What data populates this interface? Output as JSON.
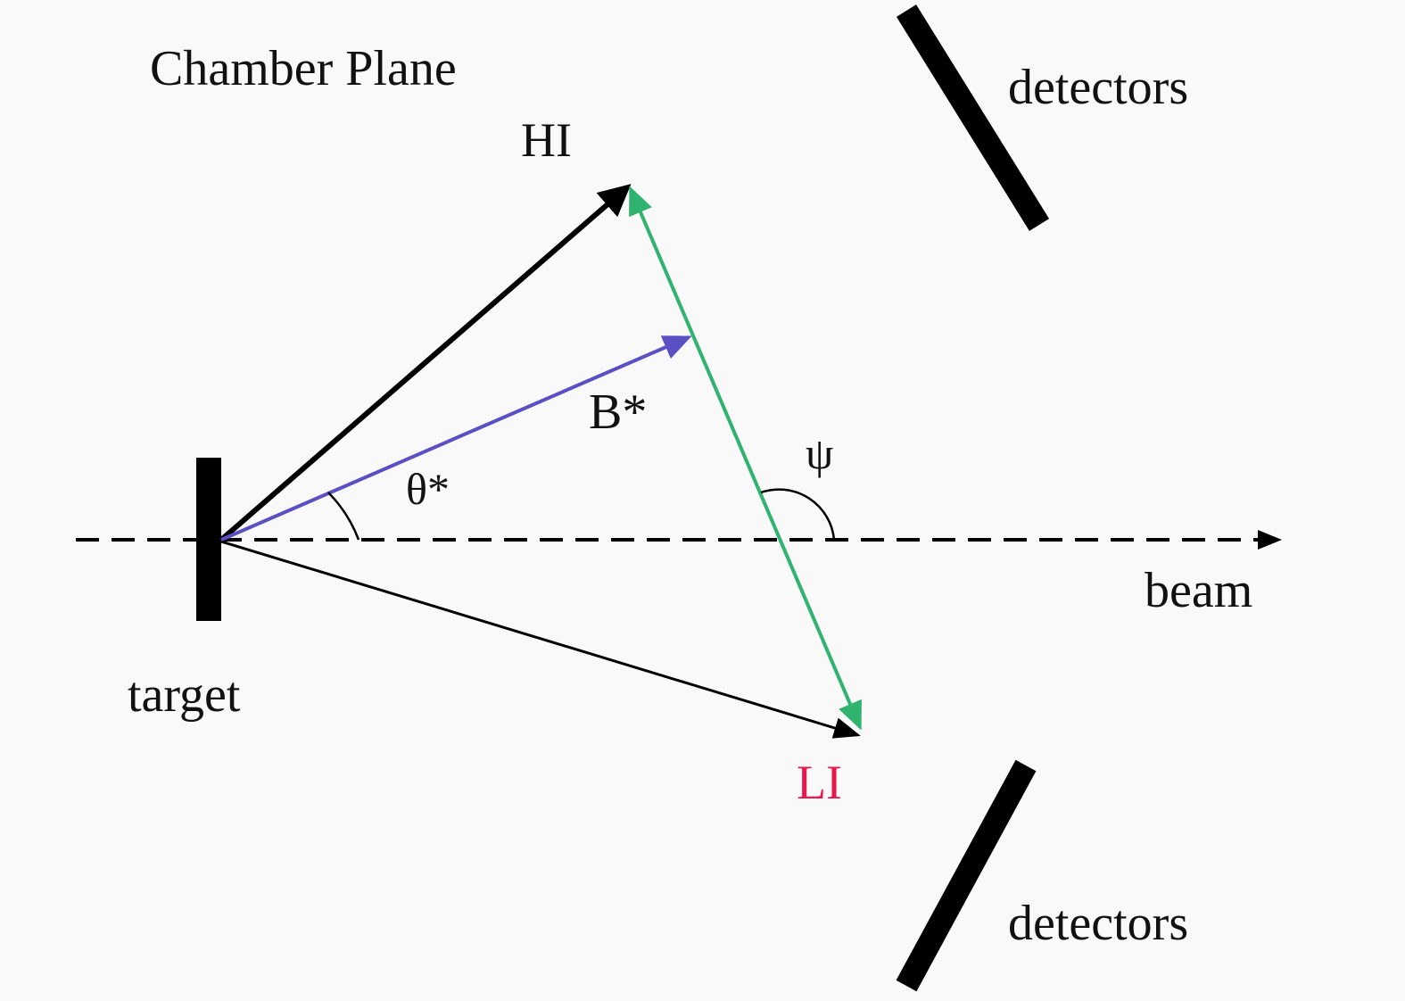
{
  "title": "Chamber Plane",
  "labels": {
    "hi": "HI",
    "li": "LI",
    "b_star": "B*",
    "theta_star": "θ*",
    "psi": "ψ",
    "beam": "beam",
    "target": "target",
    "detectors_top": "detectors",
    "detectors_bottom": "detectors"
  },
  "colors": {
    "black": "#000000",
    "b_star_vector": "#5b4fc4",
    "relative_vector": "#2fb36e",
    "li_label": "#e8174e"
  }
}
